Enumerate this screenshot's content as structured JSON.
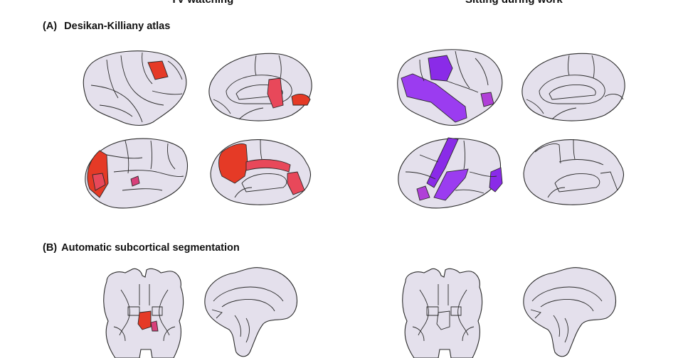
{
  "columns": {
    "left": "TV watching",
    "right": "Sitting during work"
  },
  "sections": {
    "a": {
      "tag": "(A)",
      "title": "Desikan-Killiany atlas"
    },
    "b": {
      "tag": "(B)",
      "title": "Automatic subcortical segmentation"
    }
  },
  "colors": {
    "surface": "#e4e0ec",
    "outline": "#2a2a2a",
    "tv_strong": "#e53a26",
    "tv_medium": "#e8485a",
    "tv_weak": "#d8407a",
    "sit_strong": "#8a2be8",
    "sit_medium": "#9b3cf0",
    "sit_weak": "#b040d8"
  }
}
